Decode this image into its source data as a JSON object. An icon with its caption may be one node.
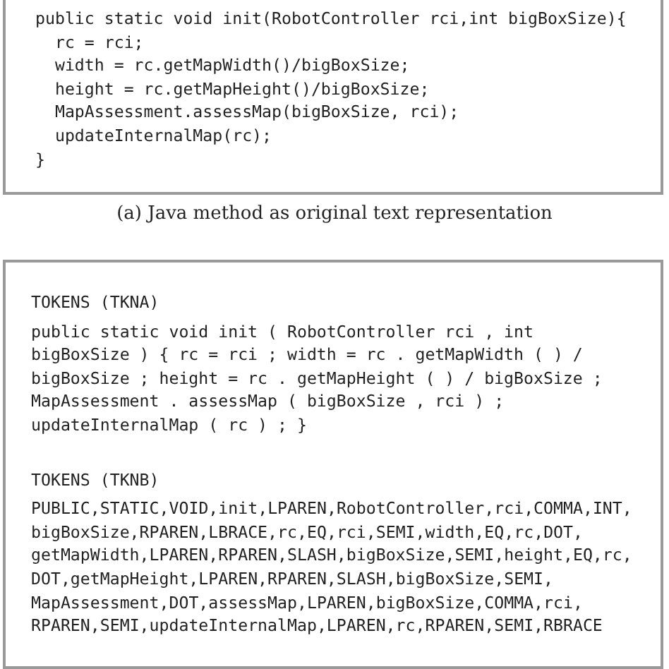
{
  "diagram": {
    "nodes": [
      {
        "text": [
          "public static void init(RobotController rci,int bigBoxSize){",
          "  rc = rci;",
          "  width = rc.getMapWidth()/bigBoxSize;",
          "  height = rc.getMapHeight()/bigBoxSize;",
          "  MapAssessment.assessMap(bigBoxSize, rci);",
          "  updateInternalMap(rc);",
          "}"
        ],
        "beside": [
          "(a) Java method as original text representation"
        ]
      },
      {
        "text": [
          "TOKENS (TKNA)",
          "public static void init ( RobotController rci , int bigBoxSize ) { rc = rci ; width = rc . getMapWidth ( ) / bigBoxSize ; height = rc . getMapHeight ( ) / bigBoxSize ; MapAssessment . assessMap ( bigBoxSize , rci ) ; updateInternalMap ( rc ) ; }",
          "TOKENS (TKNB)",
          "PUBLIC,STATIC,VOID,init,LPAREN,RobotController,rci,COMMA,INT,bigBoxSize,RPAREN,LBRACE,rc,EQ,rci,SEMI,width,EQ,rc,DOT,getMapWidth,LPAREN,RPAREN,SLASH,bigBoxSize,SEMI,height,EQ,rc,DOT,getMapHeight,LPAREN,RPAREN,SLASH,bigBoxSize,SEMI,MapAssessment,DOT,assessMap,LPAREN,bigBoxSize,COMMA,rci,RPAREN,SEMI,updateInternalMap,LPAREN,rc,RPAREN,SEMI,RBRACE"
        ]
      }
    ]
  }
}
